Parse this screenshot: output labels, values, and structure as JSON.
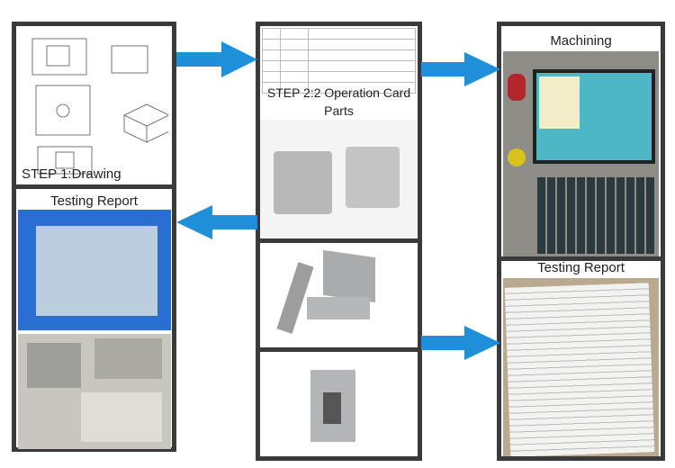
{
  "steps": {
    "drawing": {
      "label": "STEP 1:Drawing"
    },
    "operation_card": {
      "label": "STEP 2:2 Operation Card",
      "sub_label": "Parts"
    },
    "machining": {
      "label": "Machining"
    },
    "testing_report_right": {
      "label": "Testing Report"
    },
    "testing_report_left": {
      "label": "Testing Report"
    }
  },
  "arrow_color": "#1e8fd8",
  "frame_color": "#3a3a3a"
}
